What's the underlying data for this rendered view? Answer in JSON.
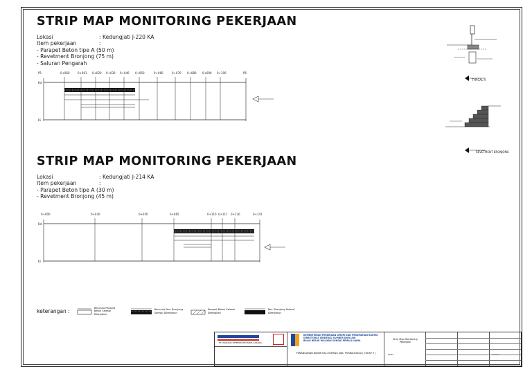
{
  "strip1": {
    "title": "STRIP MAP MONITORING PEKERJAAN",
    "lokasi_label": "Lokasi",
    "lokasi_value": ": Kedungjati J-220 KA",
    "item_label": "Item pekerjaan",
    "item_colon": ":",
    "items": [
      "- Parapet Beton tipe A (50 m)",
      "- Revetment Bronjong (75 m)",
      "- Saluran Pengarah"
    ],
    "stations": [
      "P5",
      "0+060",
      "0+001",
      "0+020",
      "0+030",
      "0+040",
      "0+050",
      "0+060",
      "0+070",
      "0+080",
      "0+090",
      "0+100",
      "P6"
    ],
    "left_label_top": "Kd",
    "left_label_bottom": "Ki"
  },
  "strip2": {
    "title": "STRIP MAP MONITORING PEKERJAAN",
    "lokasi_label": "Lokasi",
    "lokasi_value": ": Kedungjati J-214 KA",
    "item_label": "Item pekerjaan",
    "item_colon": ":",
    "items": [
      "- Parapet Beton tipe A (30 m)",
      "- Revetment Bronjong (45 m)"
    ],
    "stations": [
      "0+000",
      "0+030",
      "0+050",
      "0+085",
      "0+110",
      "0+117",
      "0+130",
      "0+141"
    ],
    "left_label_top": "Kd",
    "left_label_bottom": "Ki"
  },
  "side": {
    "typical_label": "TYPICAL A",
    "revetment_label": "REVETMENT BRONJONG"
  },
  "legend": {
    "label": "keterangan :",
    "items": [
      {
        "text": "Rencana Parapet Beton Selesai Dikerjakan"
      },
      {
        "text": "Rencana Rev. Bronjong Selesai Dikerjakan"
      },
      {
        "text": "Parapet Beton Selesai Dikerjakan"
      },
      {
        "text": "Rev. Bronjong Selesai Dikerjakan"
      }
    ]
  },
  "titleblock": {
    "consultant": "PT. WAHANA INTERMULTIDHAMA SARANA",
    "owner_line1": "KEMENTERIAN PEKERJAAN UMUM DAN PERUMAHAN RAKYAT",
    "owner_line2": "DIREKTORAT JENDERAL SUMBER DAYA AIR",
    "owner_line3": "BALAI BESAR WILAYAH SUNGAI PEMALI JUANA",
    "project": "PENANGANAN BANJIR KALI SERANG KAB. PURBALINGGA [ TAHAP II ]",
    "drawing_title": "Strip Map Monitoring Pekerjaan",
    "scale_label": "Skala",
    "sheet_label": "Lembar"
  },
  "colors": {
    "line": "#222222",
    "accent_orange": "#f0a020",
    "accent_blue": "#1a4aa0",
    "red": "#d02020"
  }
}
